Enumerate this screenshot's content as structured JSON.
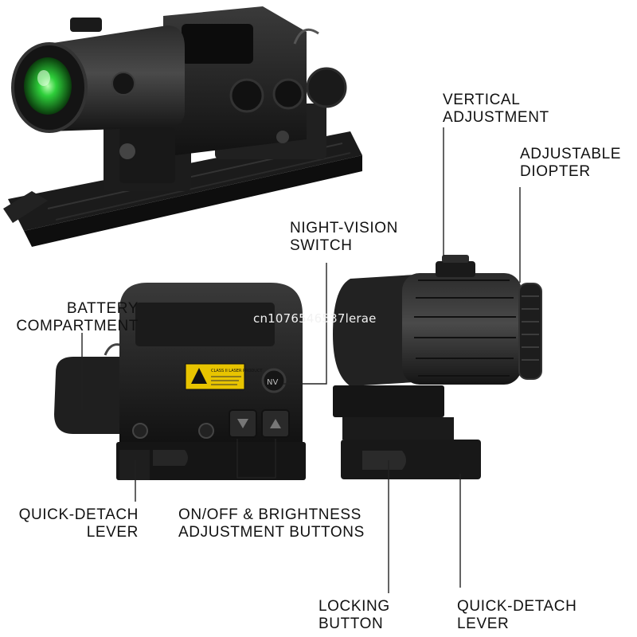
{
  "labels": {
    "vertical_adjustment": [
      "VERTICAL",
      "ADJUSTMENT"
    ],
    "adjustable_diopter": [
      "ADJUSTABLE",
      "DIOPTER"
    ],
    "night_vision_switch": [
      "NIGHT-VISION",
      "SWITCH"
    ],
    "battery_compartment": [
      "BATTERY",
      "COMPARTMENT"
    ],
    "quick_detach_lever_left": [
      "QUICK-DETACH",
      "LEVER"
    ],
    "buttons": [
      "ON/OFF & BRIGHTNESS",
      "ADJUSTMENT BUTTONS"
    ],
    "locking_button": [
      "LOCKING",
      "BUTTON"
    ],
    "quick_detach_lever_right": [
      "QUICK-DETACH",
      "LEVER"
    ]
  },
  "watermark": "cn1076546537lerae",
  "laser_plate": "CLASS II LASER PRODUCT",
  "nv_button_text": "NV",
  "colors": {
    "background": "#ffffff",
    "device_body": "#1a1a1a",
    "device_highlight": "#3a3a3a",
    "lens_glow": "#2ecf3a",
    "laser_plate": "#e8c400",
    "leader_lines": "#222222"
  }
}
